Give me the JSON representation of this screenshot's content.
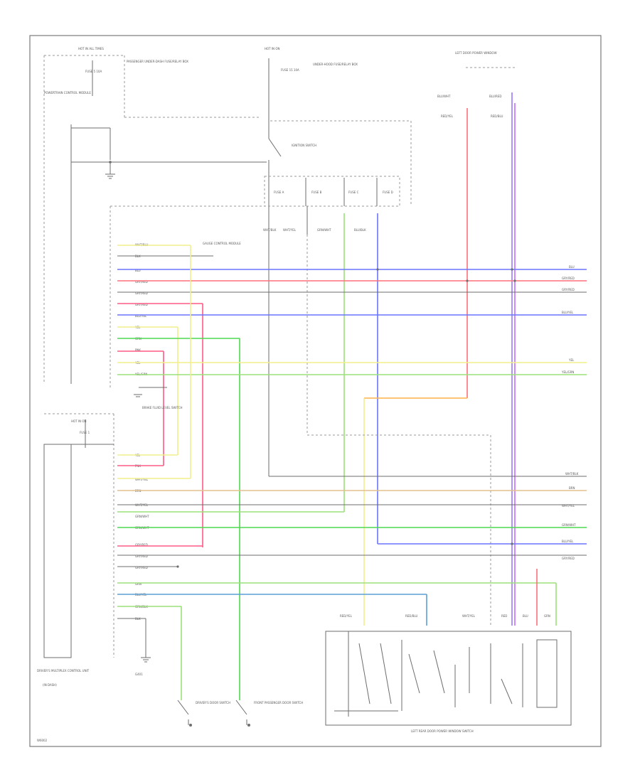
{
  "figure_code": "W6002",
  "colors": {
    "yellow": "#f2ef8a",
    "blue": "#6a74ff",
    "red": "#ff6e78",
    "pink": "#ff5a84",
    "green": "#4fd94f",
    "lightgreen": "#9be07a",
    "orange": "#ffb24a",
    "purple": "#b54dff",
    "lightblue": "#5a9fd6",
    "brown": "#c8a070",
    "gray": "#777777"
  },
  "texts": {
    "hot_top_left": "HOT IN ALL TIMES",
    "fuse_left": "FUSE 5 10A",
    "relay_left": "POWERTRAIN CONTROL MODULE",
    "pdu_label": "PASSENGER UNDER-DASH FUSE/RELAY BOX",
    "hot_top_mid": "HOT IN ON",
    "fuse_mid": "FUSE 15 10A",
    "mid_label": "UNDER-HOOD FUSE/RELAY BOX",
    "ignition": "IGNITION SWITCH",
    "mirror_top": "LEFT DOOR POWER WINDOW",
    "fuse_a": "FUSE A",
    "fuse_b": "FUSE B",
    "fuse_c": "FUSE C",
    "fuse_d": "FUSE D",
    "gauge": "GAUGE CONTROL MODULE",
    "brake": "BRAKE FLUID LEVEL SWITCH",
    "hot_lower_left": "HOT IN ON",
    "fuse_lower_left": "FUSE 1",
    "driver_module": "DRIVER'S MULTIPLEX CONTROL UNIT",
    "driver_module_sub": "(IN DASH)",
    "ground": "G401",
    "door_switch_l": "DRIVER'S DOOR SWITCH",
    "door_switch_r": "FRONT PASSENGER DOOR SWITCH",
    "master_switch": "LEFT REAR DOOR POWER WINDOW SWITCH"
  },
  "wire_labels": {
    "pcm_a": "WHT/BLU",
    "pcm_b": "BLK",
    "pcm_c": "BLU",
    "pcm_d": "GRY/RED",
    "pcm_e": "GRY/RED",
    "pcm_f": "GRY/RED",
    "pcm_g": "BLU/YEL",
    "pcm_h": "YEL",
    "pcm_i": "GRN",
    "pcm_j": "PNK",
    "pcm_k": "YEL",
    "pcm_l": "YEL/GRN",
    "r_a": "BLU",
    "r_b": "GRY/RED",
    "r_c": "GRY/RED",
    "r_d": "BLU/YEL",
    "r_e": "YEL",
    "r_f": "YEL/GRN",
    "low_a": "YEL",
    "low_b": "PNK",
    "low_c": "WHT/YEL",
    "low_d": "BRN",
    "low_e": "WHT/YEL",
    "low_f": "GRN/WHT",
    "low_g": "GRN/WHT",
    "low_h": "GRY/RED",
    "low_i": "GRY/RED",
    "low_j": "GRY/RED",
    "low_k": "GRN",
    "low_l": "BLU/YEL",
    "low_m": "GRN/BLK",
    "low_n": "BLK",
    "rr_a": "WHT/BLK",
    "rr_b": "BRN",
    "rr_c": "WHT/YEL",
    "rr_d": "GRN/WHT",
    "rr_e": "BLU/YEL",
    "rr_f": "GRY/RED",
    "top_a": "BLU/WHT",
    "top_b": "RED/YEL",
    "top_c": "BLU/RED",
    "top_d": "RED/BLU",
    "fw_a": "WHT/BLK",
    "fw_b": "WHT/YEL",
    "fw_c": "GRN/WHT",
    "fw_d": "BLU/BLK",
    "sw_a": "RED/YEL",
    "sw_b": "RED/BLU",
    "sw_c": "WHT/YEL",
    "sw_d": "RED",
    "sw_e": "BLU",
    "sw_f": "GRN"
  }
}
